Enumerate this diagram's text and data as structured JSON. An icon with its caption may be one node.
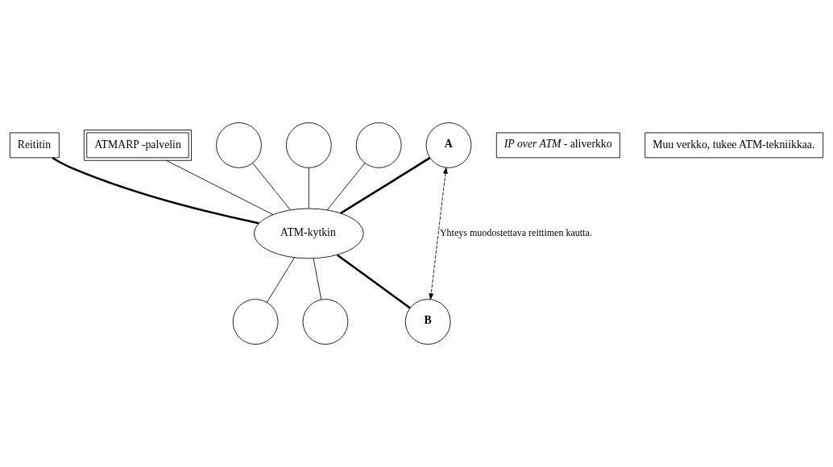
{
  "diagram": {
    "nodes": [
      {
        "text": [
          "Reititin"
        ]
      },
      {
        "text": [
          "ATM-kytkin"
        ]
      },
      {
        "text": [
          "ATMARP -palvelin"
        ]
      },
      {
        "text": [
          "*IP over ATM* - aliverkko"
        ]
      },
      {
        "text": [],
        "shape": "circle"
      },
      {
        "text": [],
        "shape": "circle"
      },
      {
        "text": [],
        "shape": "circle"
      },
      {
        "text": [
          "A"
        ]
      },
      {
        "text": [],
        "shape": "circle"
      },
      {
        "text": [],
        "shape": "circle"
      },
      {
        "text": [
          "B"
        ]
      },
      {
        "text": [
          "Muu verkko, tukee ATM-tekniikkaa."
        ]
      }
    ],
    "edges": [
      {
        "from": 0,
        "to": 1,
        "arrow": "none",
        "style": "thick"
      },
      {
        "from": 2,
        "to": 1,
        "arrow": "none"
      },
      {
        "from": 4,
        "to": 1,
        "arrow": "none"
      },
      {
        "from": 5,
        "to": 1,
        "arrow": "none"
      },
      {
        "from": 6,
        "to": 1,
        "arrow": "none"
      },
      {
        "from": 7,
        "to": 1,
        "arrow": "none",
        "style": "thick"
      },
      {
        "from": 1,
        "to": 8,
        "arrow": "none"
      },
      {
        "from": 1,
        "to": 9,
        "arrow": "none"
      },
      {
        "from": 1,
        "to": 10,
        "arrow": "none",
        "style": "thick"
      },
      {
        "from": 7,
        "to": 10,
        "arrow": "both",
        "style": "dashed",
        "label": "Yhteys muodostettava reittimen kautta."
      }
    ]
  }
}
